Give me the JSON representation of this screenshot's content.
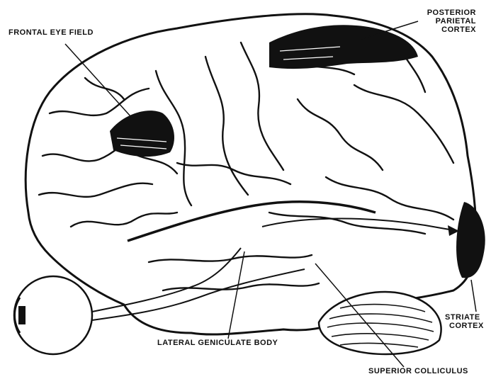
{
  "labels": {
    "frontal_eye_field": "FRONTAL EYE FIELD",
    "posterior_parietal": [
      "POSTERIOR",
      "PARIETAL",
      "CORTEX"
    ],
    "striate": [
      "STRIATE",
      "CORTEX"
    ],
    "lgn": "LATERAL GENICULATE BODY",
    "superior_colliculus": "SUPERIOR COLLICULUS"
  },
  "colors": {
    "ink": "#111111",
    "paper": "#ffffff"
  }
}
